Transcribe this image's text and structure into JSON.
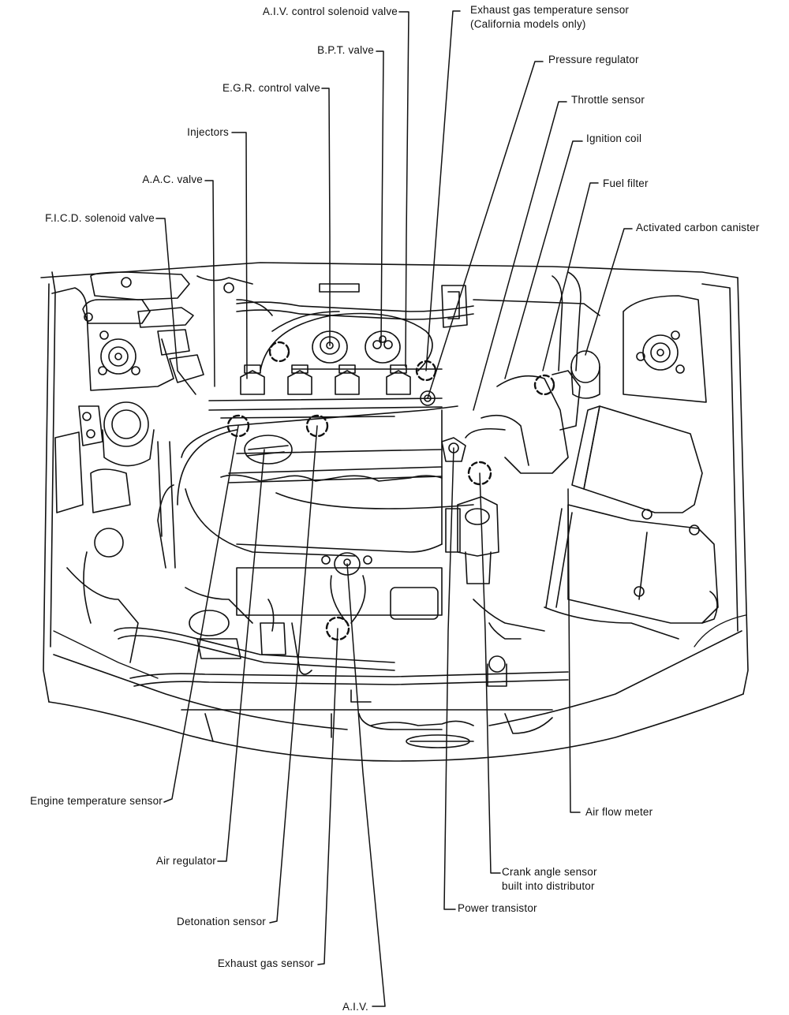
{
  "diagram": {
    "subject": "Engine compartment component locations",
    "stroke_color": "#111111",
    "background_color": "#ffffff",
    "labels": {
      "aiv_control_solenoid_valve": "A.I.V. control solenoid valve",
      "bpt_valve": "B.P.T. valve",
      "egr_control_valve": "E.G.R. control valve",
      "injectors": "Injectors",
      "aac_valve": "A.A.C. valve",
      "ficd_solenoid_valve": "F.I.C.D. solenoid valve",
      "exhaust_gas_temperature_sensor_line1": "Exhaust gas temperature sensor",
      "exhaust_gas_temperature_sensor_line2": "(California models only)",
      "pressure_regulator": "Pressure regulator",
      "throttle_sensor": "Throttle sensor",
      "ignition_coil": "Ignition coil",
      "fuel_filter": "Fuel filter",
      "activated_carbon_canister": "Activated carbon canister",
      "engine_temperature_sensor": "Engine temperature sensor",
      "air_regulator": "Air regulator",
      "detonation_sensor": "Detonation sensor",
      "exhaust_gas_sensor": "Exhaust gas sensor",
      "aiv": "A.I.V.",
      "air_flow_meter": "Air flow meter",
      "crank_angle_sensor_line1": "Crank angle sensor",
      "crank_angle_sensor_line2": "built into distributor",
      "power_transistor": "Power transistor"
    }
  }
}
